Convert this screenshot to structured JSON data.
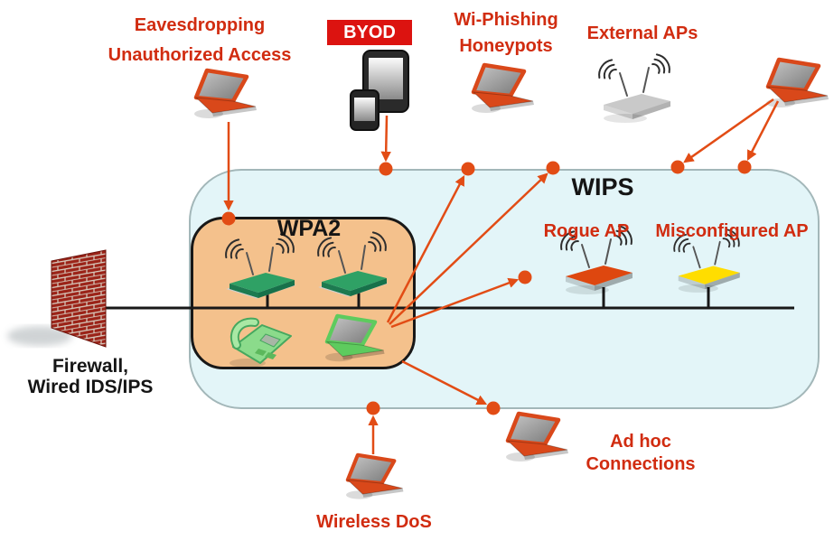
{
  "diagram": {
    "title": "WIPS wireless threat protection diagram",
    "zones": {
      "wips_label": "WIPS",
      "wpa2_label": "WPA2"
    },
    "threats": {
      "eavesdropping": [
        "Eavesdropping",
        "Unauthorized Access"
      ],
      "byod": "BYOD",
      "wiphishing": [
        "Wi-Phishing",
        "Honeypots"
      ],
      "external_aps": "External APs",
      "rogue_ap": "Rogue AP",
      "misconfigured_ap": "Misconfigured AP",
      "adhoc": [
        "Ad hoc",
        "Connections"
      ],
      "wireless_dos": "Wireless DoS"
    },
    "infrastructure": {
      "firewall": [
        "Firewall,",
        "Wired IDS/IPS"
      ]
    },
    "icons": {
      "attacker-laptop-icon": "isometric laptop, orange-red body, gray screen",
      "byod-devices-icon": "dark tablet and smartphone with gray screens",
      "external-ap-icon": "gray access point with two antennas and signal waves",
      "rogue-ap-icon": "orange-red flat access point with antennas and signal waves",
      "misconfigured-ap-icon": "yellow flat access point with antennas and signal waves",
      "secure-ap-icon": "green access point box with antennas and signal waves",
      "voip-phone-icon": "green desk telephone",
      "secure-laptop-icon": "green laptop with gray screen",
      "firewall-icon": "red brick wall",
      "blocked-dot-icon": "orange-red filled circle on WIPS boundary",
      "arrow-icon": "orange-red straight arrow"
    },
    "colors": {
      "threat_text": "#d12c10",
      "arrow": "#e24c15",
      "byod_banner": "#dc1310",
      "byod_text": "#ffffff",
      "wips_fill": "#e3f5f8",
      "wips_border": "#a3b7b9",
      "wpa2_fill": "#f4c18c",
      "wpa2_border": "#181818",
      "wire": "#181818",
      "secure_green": "#2fa165",
      "rogue_ap_fill": "#de470f",
      "misconfigured_ap_fill": "#ffdd00",
      "external_ap_fill": "#c9c9c9",
      "attacker_laptop": "#d9481a",
      "brick": "#9b2318",
      "mortar": "#d8cdc0",
      "diagram_text": "#151515"
    }
  }
}
